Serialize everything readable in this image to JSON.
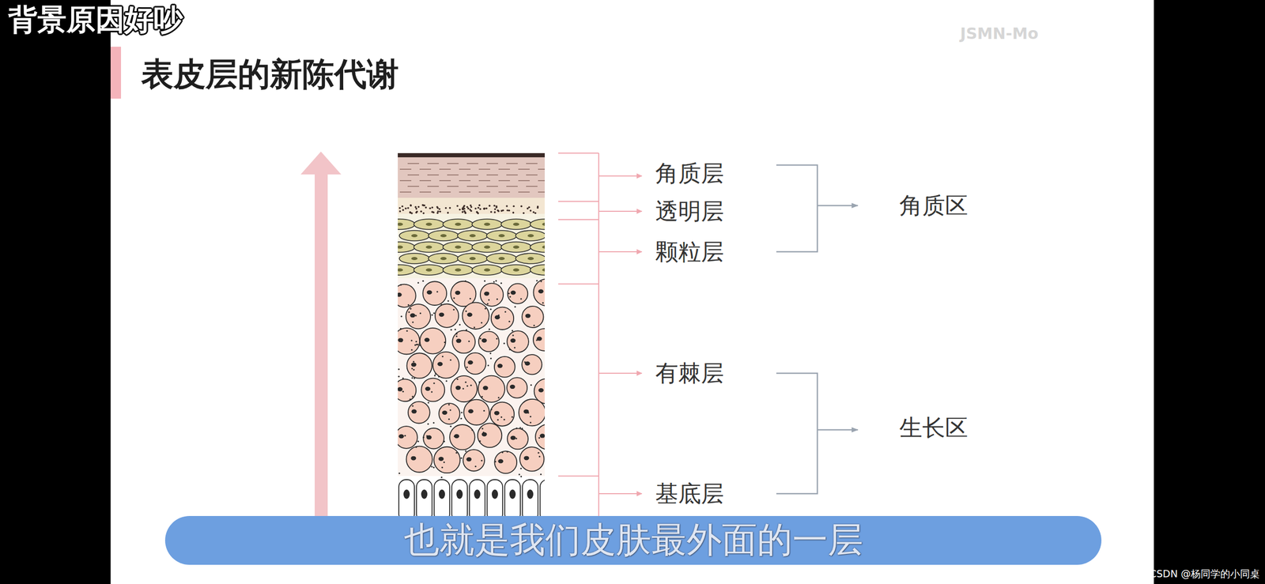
{
  "diagram": {
    "title": "表皮层的新陈代谢",
    "caption": "也就是我们皮肤最外面的一层",
    "labels": [
      "背景原因好吵",
      "JSMN-Mo",
      "角质层",
      "透明层",
      "颗粒层",
      "有棘层",
      "基底层",
      "角质区",
      "生长区",
      "CSDN @杨同学的小同桌"
    ]
  }
}
